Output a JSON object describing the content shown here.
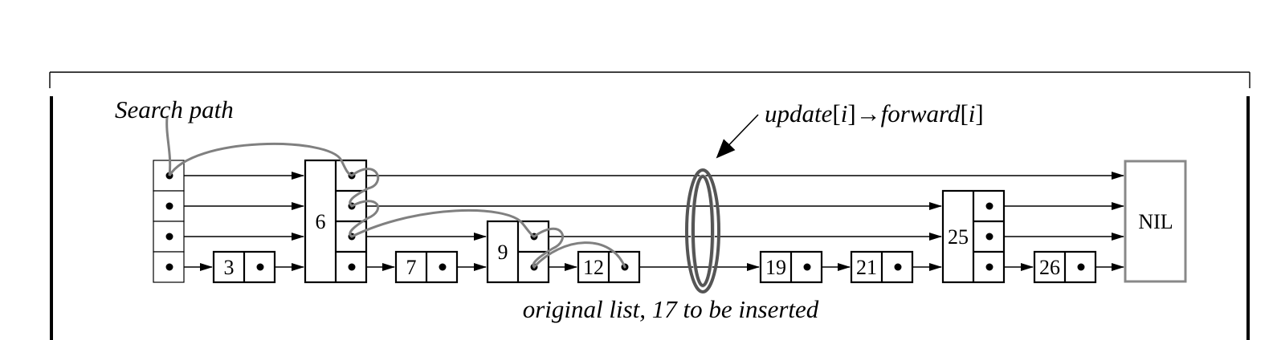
{
  "search_path_label": "Search path",
  "update_label": {
    "a": "update",
    "b": "[",
    "c": "i",
    "d": "]→",
    "e": "forward",
    "f": "[",
    "g": "i",
    "h": "]"
  },
  "caption": "original list, 17 to be inserted",
  "nodes": [
    "3",
    "6",
    "7",
    "9",
    "12",
    "19",
    "21",
    "25",
    "26"
  ],
  "nil_label": "NIL"
}
